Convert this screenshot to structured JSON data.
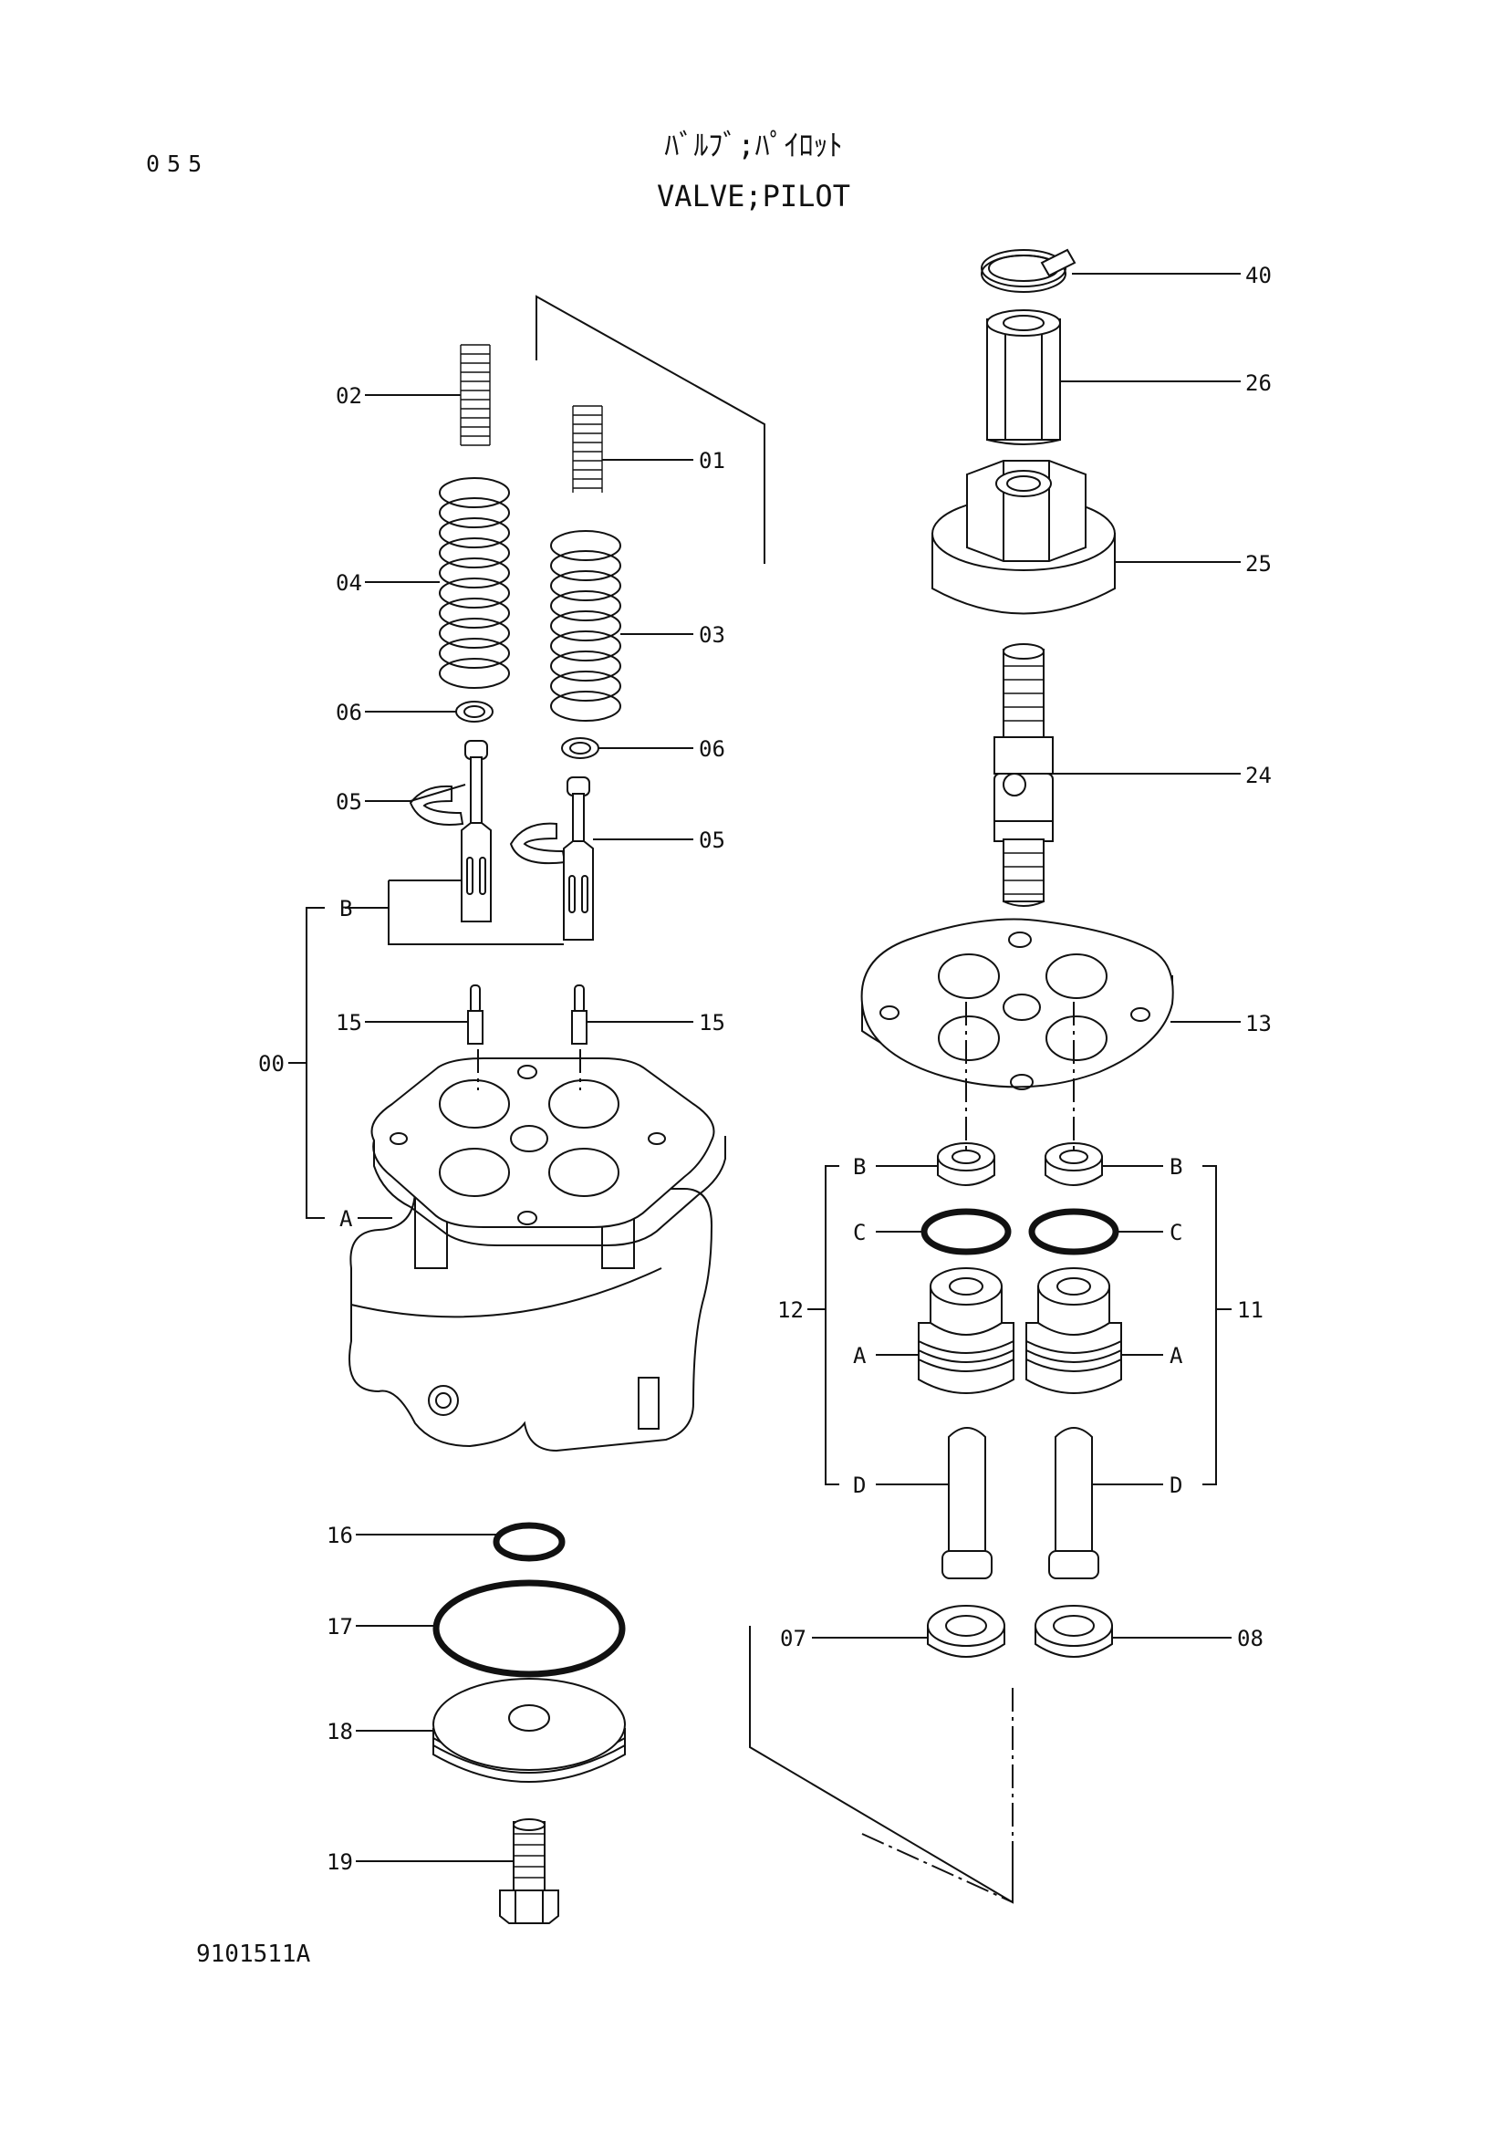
{
  "header": {
    "page_number": "055",
    "title_katakana": "ﾊﾞﾙﾌﾞ;ﾊﾟｲﾛｯﾄ",
    "title_english": "VALVE;PILOT"
  },
  "footer": {
    "drawing_code": "9101511A"
  },
  "callouts": {
    "c40": "40",
    "c26": "26",
    "c25": "25",
    "c24": "24",
    "c13": "13",
    "c02": "02",
    "c01": "01",
    "c04": "04",
    "c03": "03",
    "c06a": "06",
    "c06b": "06",
    "c05a": "05",
    "c05b": "05",
    "cB_left": "B",
    "c15a": "15",
    "c15b": "15",
    "c00": "00",
    "cA_left": "A",
    "c16": "16",
    "c17": "17",
    "c18": "18",
    "c19": "19",
    "c12": "12",
    "c11": "11",
    "rB1": "B",
    "rB2": "B",
    "rC1": "C",
    "rC2": "C",
    "rA1": "A",
    "rA2": "A",
    "rD1": "D",
    "rD2": "D",
    "c07": "07",
    "c08": "08"
  }
}
